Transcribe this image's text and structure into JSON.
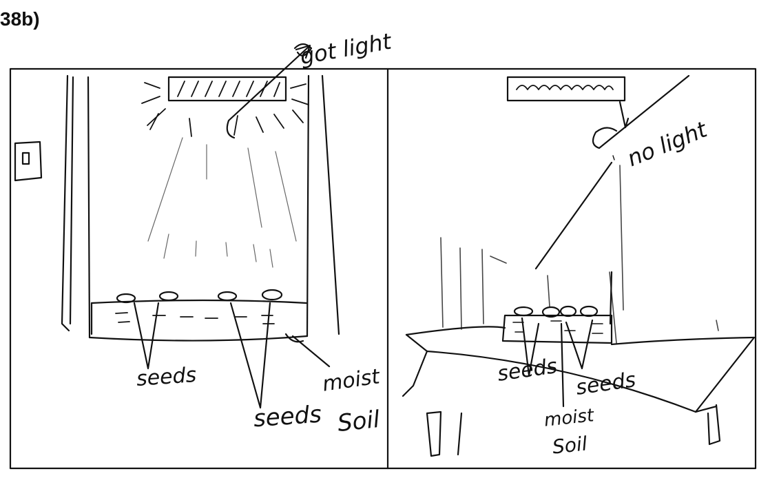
{
  "question_label": "38b)",
  "left_panel": {
    "label_light": "got light",
    "label_seeds_1": "seeds",
    "label_seeds_2": "seeds",
    "label_moist": "moist",
    "label_soil": "Soil"
  },
  "right_panel": {
    "label_no_light": "no light",
    "label_seeds_1": "seeds",
    "label_seeds_2": "seeds",
    "label_moist": "moist",
    "label_soil": "Soil"
  }
}
